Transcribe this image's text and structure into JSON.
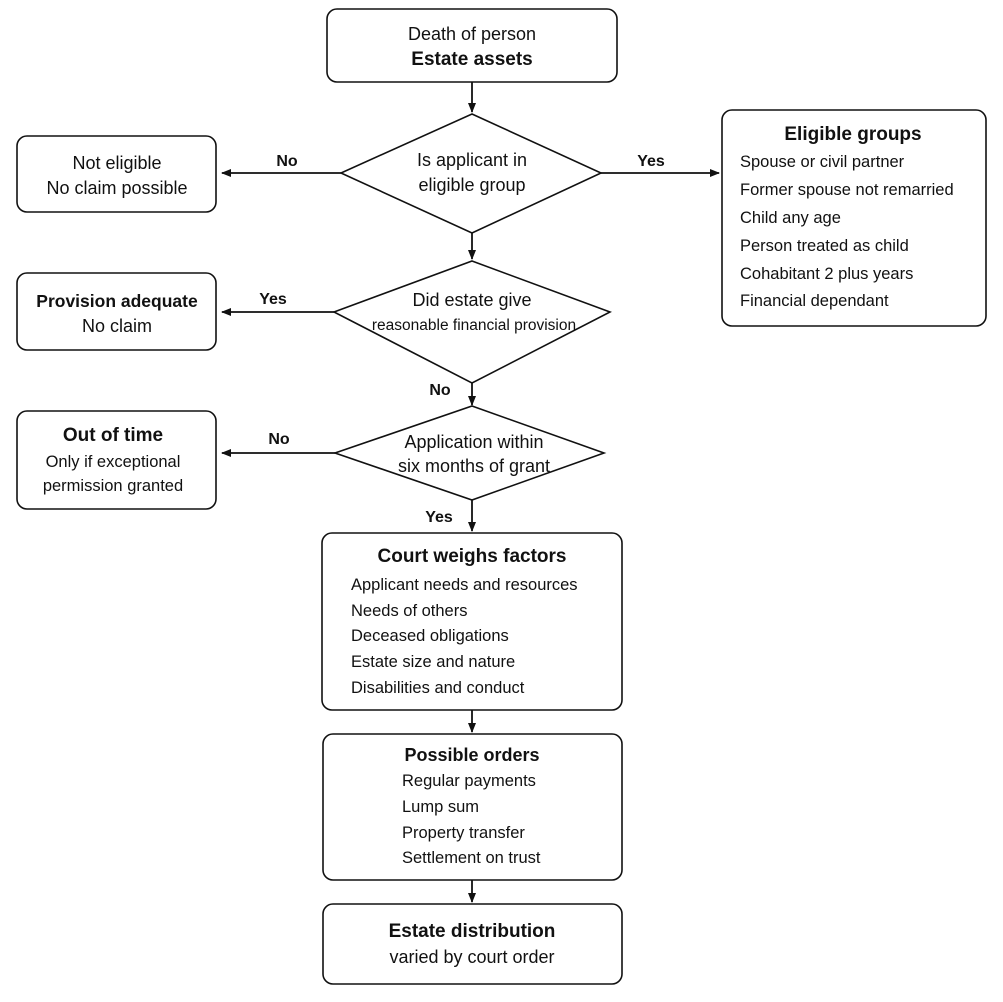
{
  "start": {
    "line1": "Death of person",
    "line2": "Estate assets"
  },
  "eligibility_question": {
    "line1": "Is applicant in",
    "line2": "eligible group"
  },
  "not_eligible": {
    "line1": "Not eligible",
    "line2": "No claim possible"
  },
  "eligible_groups": {
    "title": "Eligible groups",
    "items": [
      "Spouse or civil partner",
      "Former spouse not remarried",
      "Child any age",
      "Person treated as child",
      "Cohabitant 2 plus years",
      "Financial dependant"
    ]
  },
  "provision_question": {
    "line1": "Did estate give",
    "line2": "reasonable financial provision"
  },
  "provision_adequate": {
    "title": "Provision adequate",
    "line2": "No claim"
  },
  "time_question": {
    "line1": "Application within",
    "line2": "six months of grant"
  },
  "out_of_time": {
    "title": "Out of time",
    "line2": "Only if exceptional",
    "line3": "permission granted"
  },
  "court_factors": {
    "title": "Court weighs factors",
    "items": [
      "Applicant needs and resources",
      "Needs of others",
      "Deceased obligations",
      "Estate size and nature",
      "Disabilities and conduct"
    ]
  },
  "possible_orders": {
    "title": "Possible orders",
    "items": [
      "Regular payments",
      "Lump sum",
      "Property transfer",
      "Settlement on trust"
    ]
  },
  "estate_distribution": {
    "title": "Estate distribution",
    "line2": "varied by court order"
  },
  "labels": {
    "no": "No",
    "yes": "Yes"
  }
}
